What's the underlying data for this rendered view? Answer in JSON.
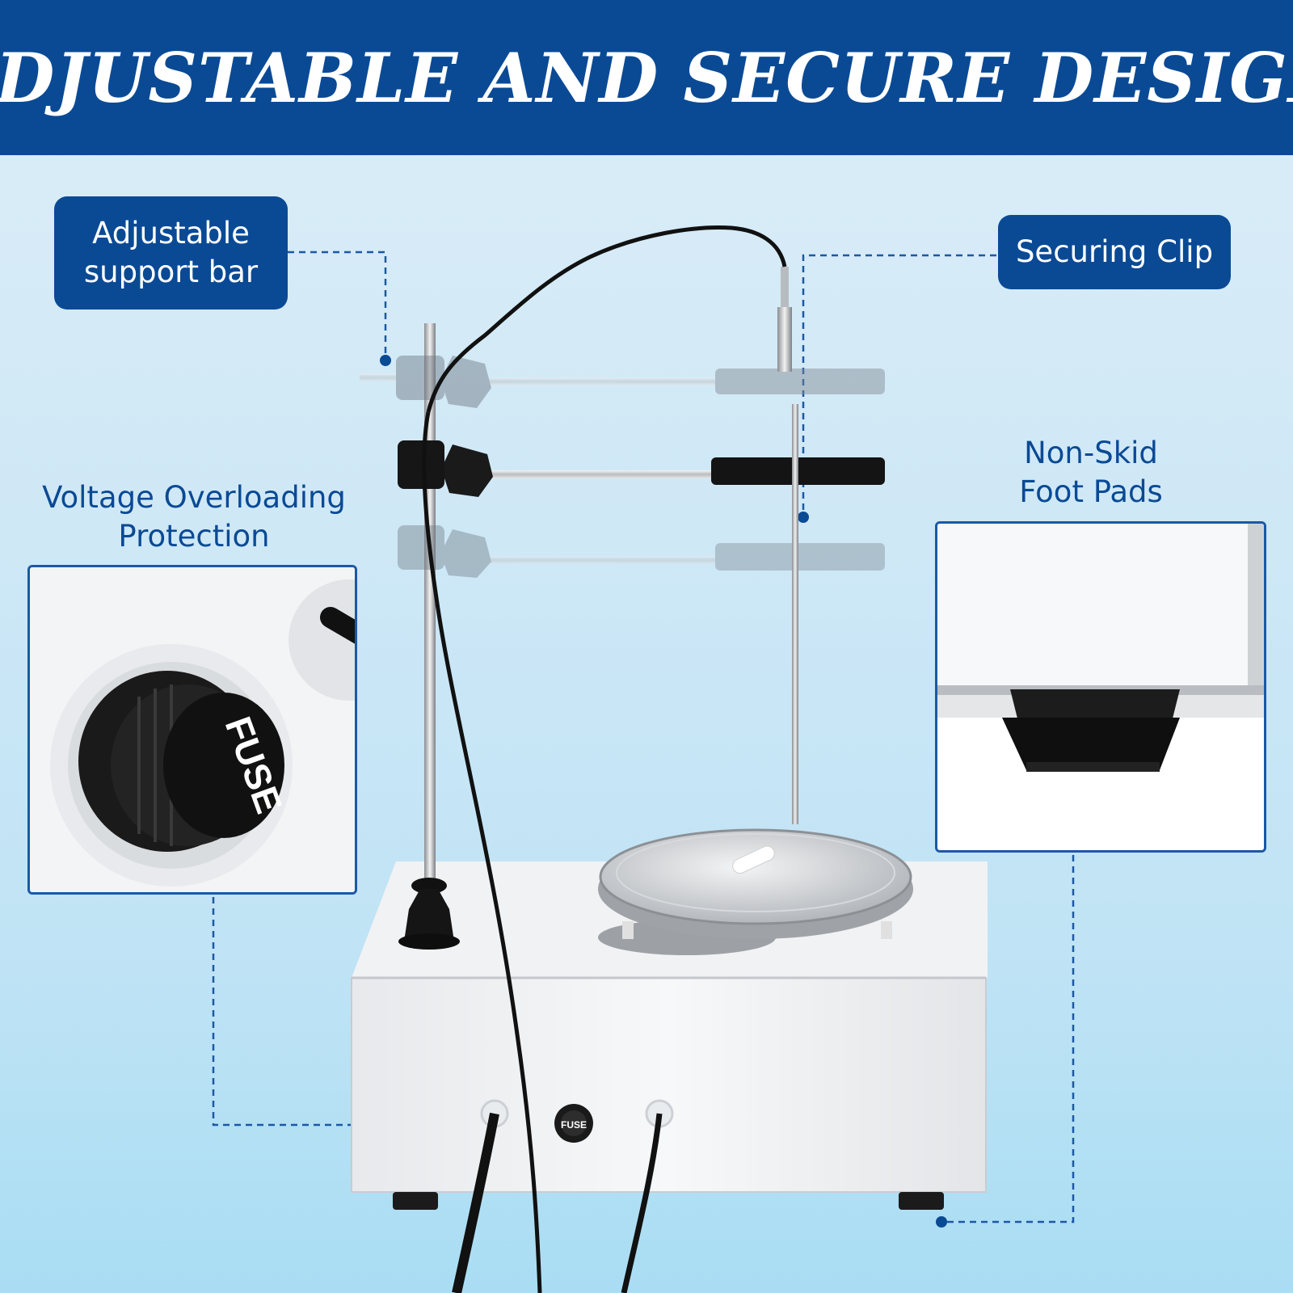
{
  "banner": {
    "title": "ADJUSTABLE AND SECURE DESIGN"
  },
  "callouts": {
    "support_bar": {
      "line1": "Adjustable",
      "line2": "support bar"
    },
    "securing_clip": {
      "label": "Securing Clip"
    },
    "foot_pads": {
      "line1": "Non-Skid",
      "line2": "Foot Pads"
    },
    "voltage": {
      "line1": "Voltage Overloading",
      "line2": "Protection"
    }
  },
  "device": {
    "fuse_label": "FUSE",
    "knob_label": "FUSE"
  },
  "colors": {
    "brand_blue": "#0a4a95",
    "callout_border": "#1c58a6"
  }
}
